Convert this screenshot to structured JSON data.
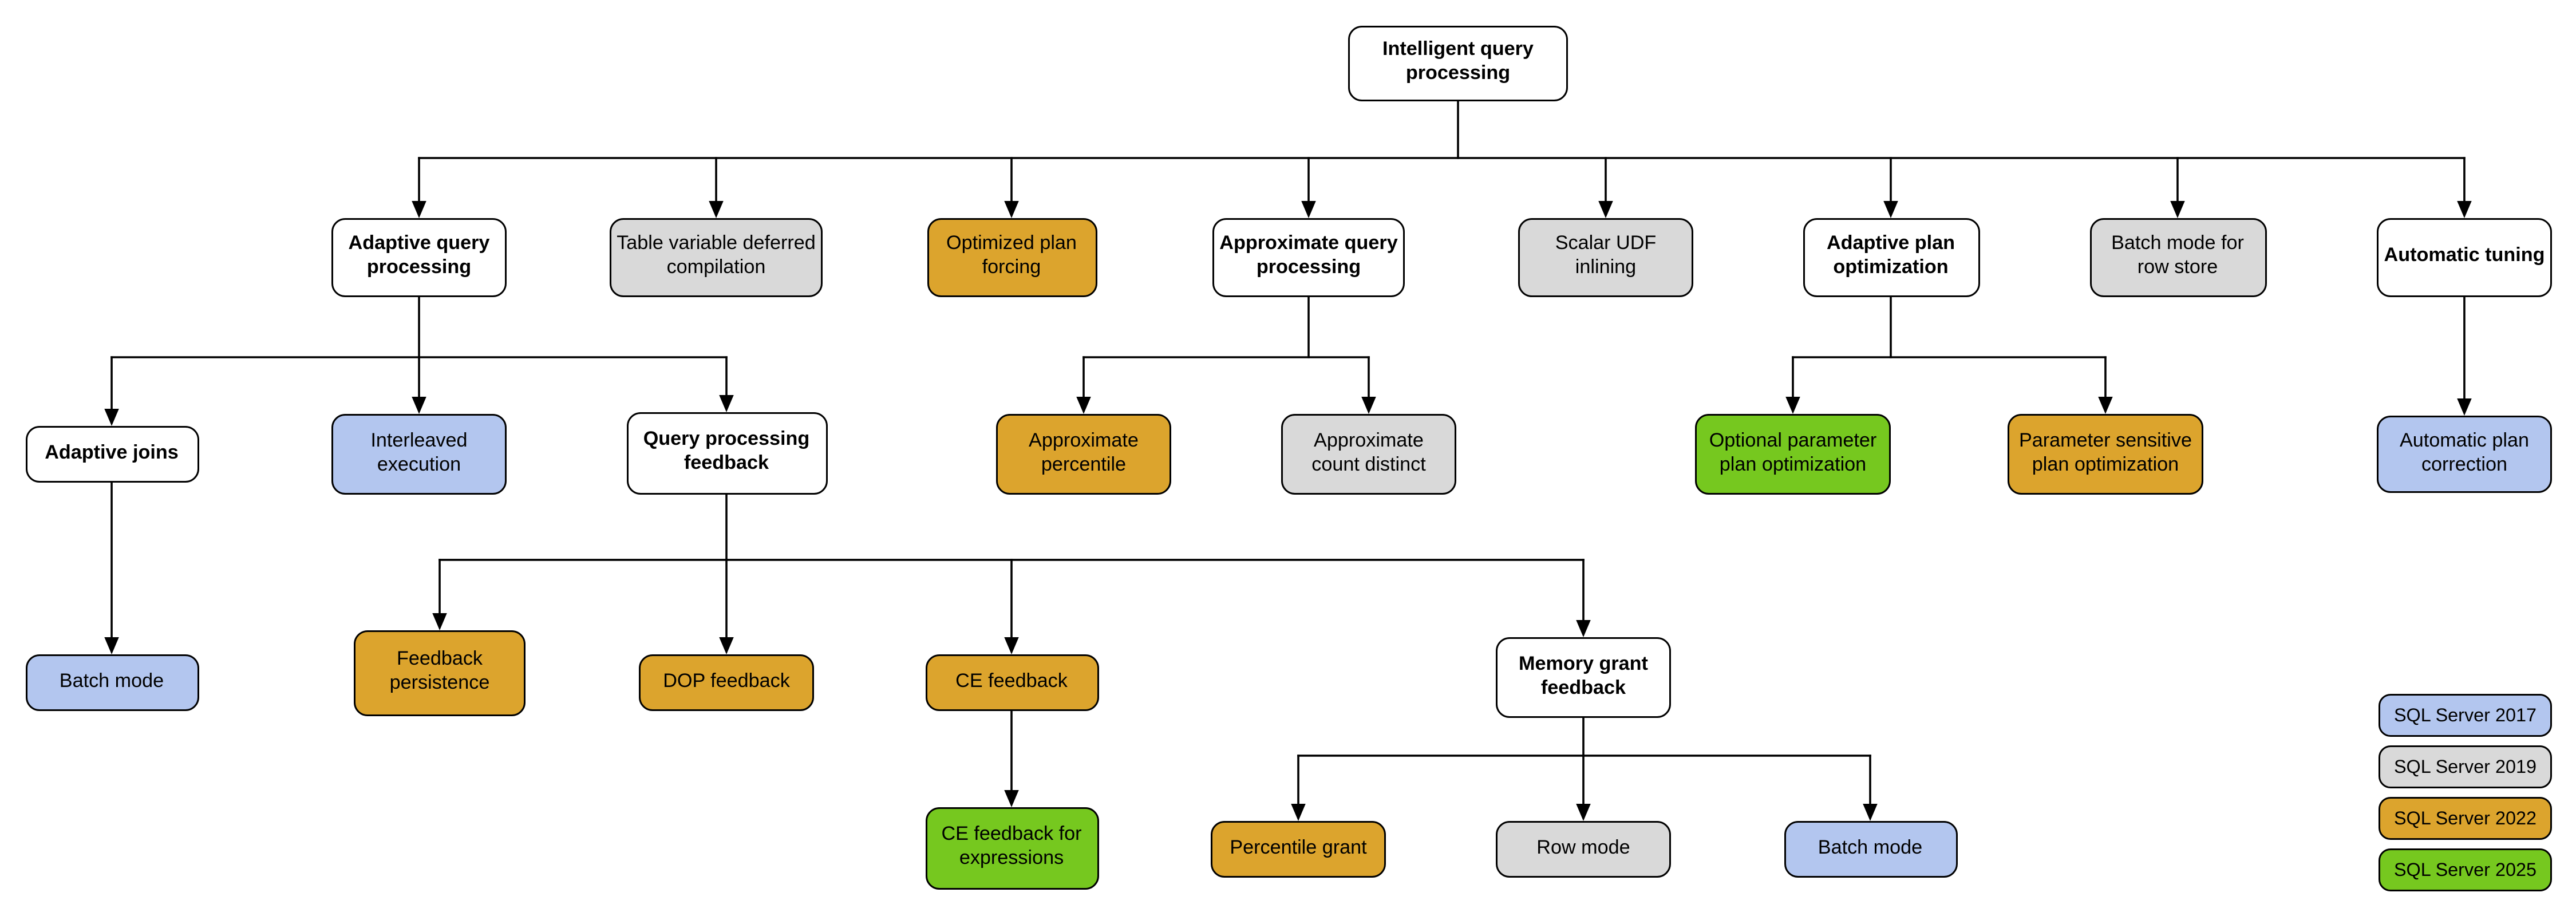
{
  "palette": {
    "white": "#FFFFFF",
    "blue": "#B3C6EF",
    "gray": "#D9D9D9",
    "orange": "#DCA42D",
    "green": "#76C81F",
    "line": "#000000",
    "border": "#000000",
    "background": "#FFFFFF"
  },
  "nodes": [
    {
      "id": "iqp",
      "label": "Intelligent query processing",
      "color": "white",
      "bold": true
    },
    {
      "id": "aqp",
      "label": "Adaptive query processing",
      "color": "white",
      "bold": true
    },
    {
      "id": "tvdc",
      "label": "Table variable deferred compilation",
      "color": "gray",
      "bold": false
    },
    {
      "id": "opf",
      "label": "Optimized plan forcing",
      "color": "orange",
      "bold": false
    },
    {
      "id": "aproxqp",
      "label": "Approximate query processing",
      "color": "white",
      "bold": true
    },
    {
      "id": "sudf",
      "label": "Scalar UDF inlining",
      "color": "gray",
      "bold": false
    },
    {
      "id": "apo",
      "label": "Adaptive plan optimization",
      "color": "white",
      "bold": true
    },
    {
      "id": "bmrs",
      "label": "Batch mode for row store",
      "color": "gray",
      "bold": false
    },
    {
      "id": "at",
      "label": "Automatic tuning",
      "color": "white",
      "bold": true
    },
    {
      "id": "aj",
      "label": "Adaptive joins",
      "color": "white",
      "bold": true
    },
    {
      "id": "ie",
      "label": "Interleaved execution",
      "color": "blue",
      "bold": false
    },
    {
      "id": "qpf",
      "label": "Query processing feedback",
      "color": "white",
      "bold": true
    },
    {
      "id": "ap",
      "label": "Approximate percentile",
      "color": "orange",
      "bold": false
    },
    {
      "id": "acd",
      "label": "Approximate count distinct",
      "color": "gray",
      "bold": false
    },
    {
      "id": "oppo",
      "label": "Optional parameter plan optimization",
      "color": "green",
      "bold": false
    },
    {
      "id": "pspo",
      "label": "Parameter sensitive plan optimization",
      "color": "orange",
      "bold": false
    },
    {
      "id": "apc",
      "label": "Automatic plan correction",
      "color": "blue",
      "bold": false
    },
    {
      "id": "bm1",
      "label": "Batch mode",
      "color": "blue",
      "bold": false
    },
    {
      "id": "fp",
      "label": "Feedback persistence",
      "color": "orange",
      "bold": false
    },
    {
      "id": "dopf",
      "label": "DOP feedback",
      "color": "orange",
      "bold": false
    },
    {
      "id": "cef",
      "label": "CE feedback",
      "color": "orange",
      "bold": false
    },
    {
      "id": "mgf",
      "label": "Memory grant feedback",
      "color": "white",
      "bold": true
    },
    {
      "id": "cefe",
      "label": "CE feedback for expressions",
      "color": "green",
      "bold": false
    },
    {
      "id": "pg",
      "label": "Percentile grant",
      "color": "orange",
      "bold": false
    },
    {
      "id": "rm",
      "label": "Row mode",
      "color": "gray",
      "bold": false
    },
    {
      "id": "bm2",
      "label": "Batch mode",
      "color": "blue",
      "bold": false
    }
  ],
  "edges": [
    {
      "from": "iqp",
      "to": [
        "aqp",
        "tvdc",
        "opf",
        "aproxqp",
        "sudf",
        "apo",
        "bmrs",
        "at"
      ]
    },
    {
      "from": "aqp",
      "to": [
        "aj",
        "ie",
        "qpf"
      ]
    },
    {
      "from": "aproxqp",
      "to": [
        "ap",
        "acd"
      ]
    },
    {
      "from": "apo",
      "to": [
        "oppo",
        "pspo"
      ]
    },
    {
      "from": "at",
      "to": [
        "apc"
      ]
    },
    {
      "from": "aj",
      "to": [
        "bm1"
      ]
    },
    {
      "from": "qpf",
      "to": [
        "fp",
        "dopf",
        "cef",
        "mgf"
      ]
    },
    {
      "from": "cef",
      "to": [
        "cefe"
      ]
    },
    {
      "from": "mgf",
      "to": [
        "pg",
        "rm",
        "bm2"
      ]
    }
  ],
  "legend": [
    {
      "label": "SQL Server 2017",
      "color": "blue"
    },
    {
      "label": "SQL Server 2019",
      "color": "gray"
    },
    {
      "label": "SQL Server 2022",
      "color": "orange"
    },
    {
      "label": "SQL Server 2025",
      "color": "green"
    }
  ]
}
